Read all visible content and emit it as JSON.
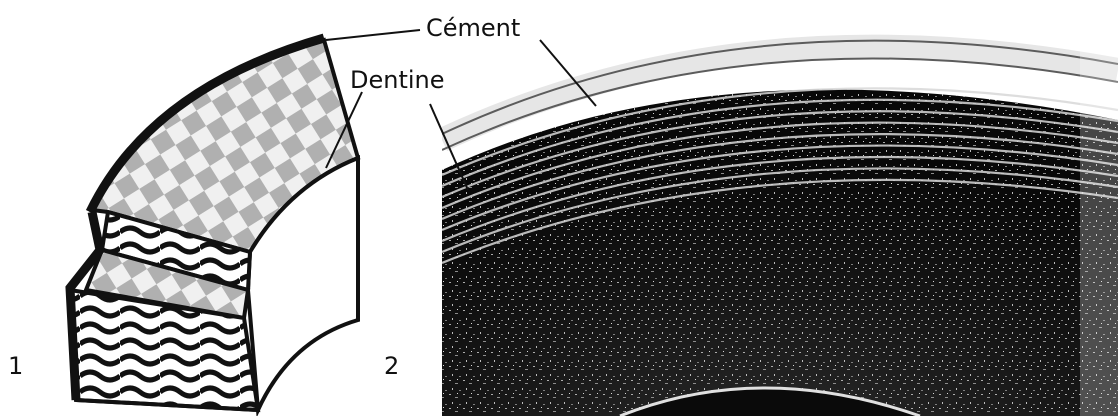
{
  "figure": {
    "labels": {
      "cement": "Cément",
      "dentine": "Dentine"
    },
    "panels": [
      {
        "number": "1",
        "content": "schematic drawing of a tooth root segment"
      },
      {
        "number": "2",
        "content": "micrograph of cementum and dentine layers"
      }
    ],
    "colors": {
      "outline": "#111111",
      "checker_gray": "#b0b0b0",
      "checker_light": "#f0f0f0"
    }
  }
}
